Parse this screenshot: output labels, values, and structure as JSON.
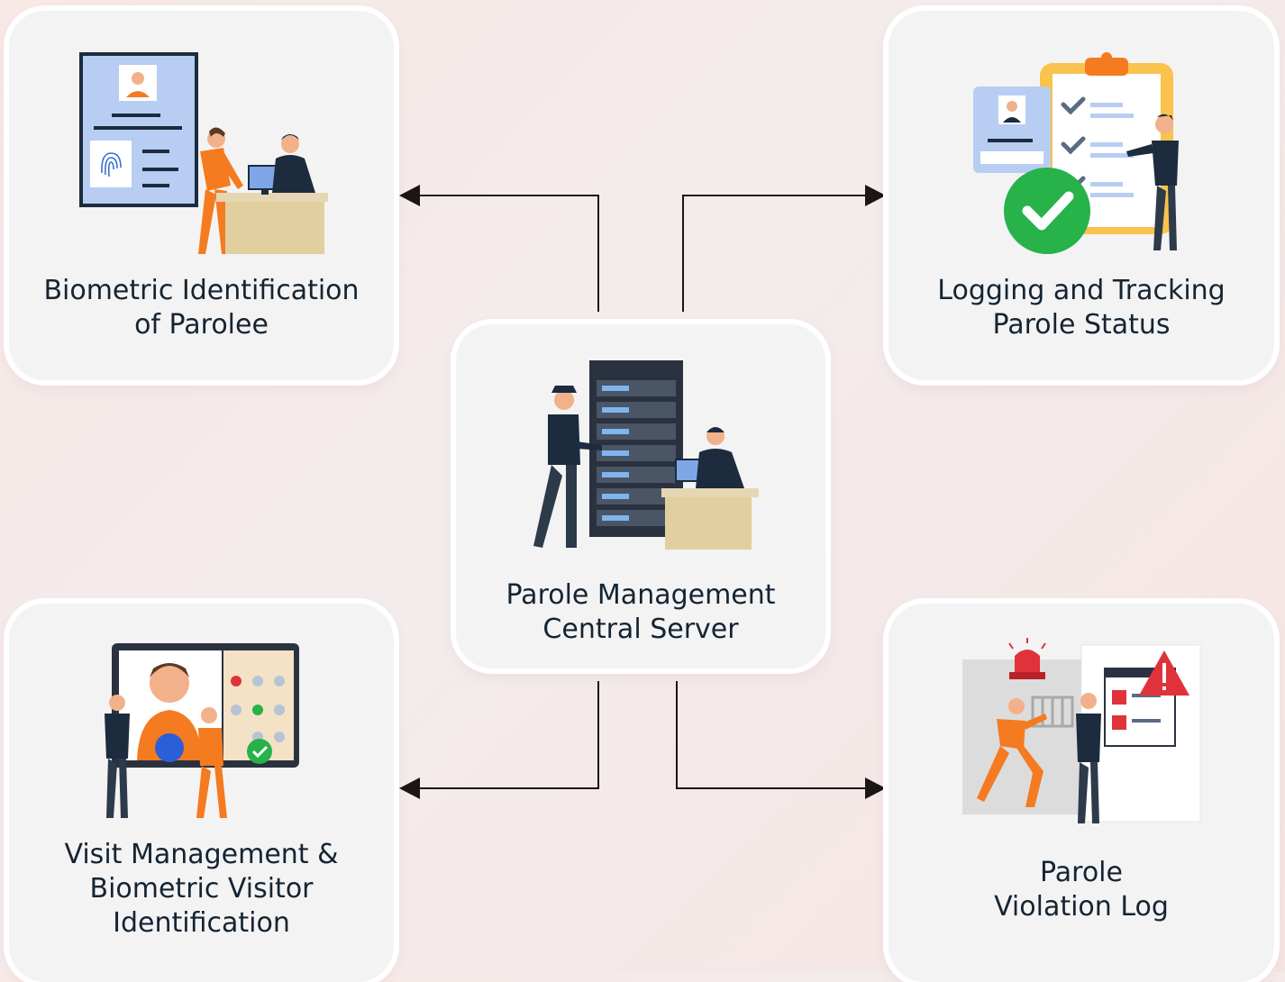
{
  "diagram": {
    "center": {
      "label": "Parole Management\nCentral Server",
      "icon": "server-rack-officers-icon"
    },
    "nodes": [
      {
        "id": "biometric-identification",
        "label": "Biometric Identification\nof Parolee",
        "icon": "parolee-fingerprint-id-icon"
      },
      {
        "id": "logging-tracking",
        "label": "Logging and Tracking\nParole Status",
        "icon": "checklist-clipboard-icon"
      },
      {
        "id": "visit-management",
        "label": "Visit Management &\nBiometric Visitor\nIdentification",
        "icon": "face-recognition-screen-icon"
      },
      {
        "id": "violation-log",
        "label": "Parole\nViolation Log",
        "icon": "alarm-violation-report-icon"
      }
    ],
    "colors": {
      "text": "#142433",
      "arrow": "#1b1515",
      "orange": "#f47b20",
      "navy": "#1c2b3e",
      "green": "#27b24a",
      "red": "#e0323a"
    }
  }
}
